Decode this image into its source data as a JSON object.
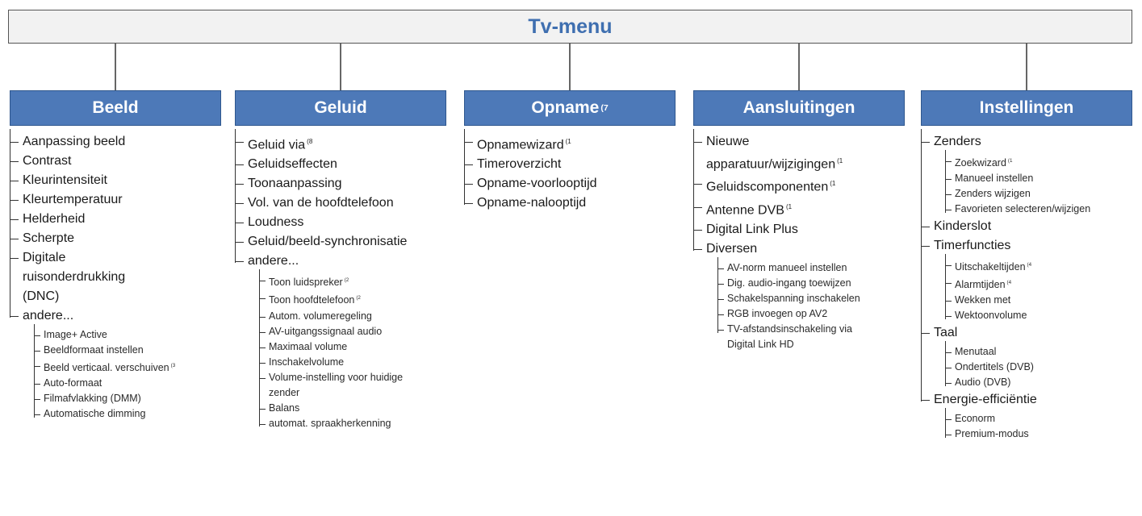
{
  "title": "Tv-menu",
  "columns": [
    {
      "title": "Beeld",
      "sup": "",
      "items": [
        {
          "label": "Aanpassing beeld"
        },
        {
          "label": "Contrast"
        },
        {
          "label": "Kleurintensiteit"
        },
        {
          "label": "Kleurtemperatuur"
        },
        {
          "label": "Helderheid"
        },
        {
          "label": "Scherpte"
        },
        {
          "label": "Digitale ruisonderdrukking (DNC)"
        },
        {
          "label": "andere...",
          "children": [
            {
              "label": "Image+ Active"
            },
            {
              "label": "Beeldformaat instellen"
            },
            {
              "label": "Beeld verticaal. verschuiven",
              "sup": "(3"
            },
            {
              "label": "Auto-formaat"
            },
            {
              "label": "Filmafvlakking (DMM)"
            },
            {
              "label": "Automatische dimming"
            }
          ]
        }
      ]
    },
    {
      "title": "Geluid",
      "sup": "",
      "items": [
        {
          "label": "Geluid via",
          "sup": "(8"
        },
        {
          "label": "Geluidseffecten"
        },
        {
          "label": "Toonaanpassing"
        },
        {
          "label": "Vol. van de hoofdtelefoon"
        },
        {
          "label": "Loudness"
        },
        {
          "label": "Geluid/beeld-synchronisatie"
        },
        {
          "label": "andere...",
          "children": [
            {
              "label": "Toon luidspreker",
              "sup": "(2"
            },
            {
              "label": "Toon hoofdtelefoon",
              "sup": "(2"
            },
            {
              "label": "Autom. volumeregeling"
            },
            {
              "label": "AV-uitgangssignaal audio"
            },
            {
              "label": "Maximaal volume"
            },
            {
              "label": "Inschakelvolume"
            },
            {
              "label": "Volume-instelling voor huidige zender"
            },
            {
              "label": "Balans"
            },
            {
              "label": "automat. spraakherkenning"
            }
          ]
        }
      ]
    },
    {
      "title": "Opname",
      "sup": "(7",
      "items": [
        {
          "label": "Opnamewizard",
          "sup": "(1"
        },
        {
          "label": "Timeroverzicht"
        },
        {
          "label": "Opname-voorlooptijd"
        },
        {
          "label": "Opname-nalooptijd"
        }
      ]
    },
    {
      "title": "Aansluitingen",
      "sup": "",
      "items": [
        {
          "label": "Nieuwe apparatuur/wijzigingen",
          "sup": "(1"
        },
        {
          "label": "Geluidscomponenten",
          "sup": "(1"
        },
        {
          "label": "Antenne DVB",
          "sup": "(1"
        },
        {
          "label": "Digital Link Plus"
        },
        {
          "label": "Diversen",
          "children": [
            {
              "label": "AV-norm manueel instellen"
            },
            {
              "label": "Dig. audio-ingang toewijzen"
            },
            {
              "label": "Schakelspanning inschakelen"
            },
            {
              "label": "RGB invoegen op AV2"
            },
            {
              "label": "TV-afstandsinschakeling via Digital Link HD"
            }
          ]
        }
      ]
    },
    {
      "title": "Instellingen",
      "sup": "",
      "items": [
        {
          "label": "Zenders",
          "children": [
            {
              "label": "Zoekwizard",
              "sup": "(1"
            },
            {
              "label": "Manueel instellen"
            },
            {
              "label": "Zenders wijzigen"
            },
            {
              "label": "Favorieten selecteren/wijzigen"
            }
          ]
        },
        {
          "label": "Kinderslot"
        },
        {
          "label": "Timerfuncties",
          "children": [
            {
              "label": "Uitschakeltijden",
              "sup": "(4"
            },
            {
              "label": "Alarmtijden",
              "sup": "(4"
            },
            {
              "label": "Wekken met"
            },
            {
              "label": "Wektoonvolume"
            }
          ]
        },
        {
          "label": "Taal",
          "children": [
            {
              "label": "Menutaal"
            },
            {
              "label": "Ondertitels (DVB)"
            },
            {
              "label": "Audio (DVB)"
            }
          ]
        },
        {
          "label": "Energie-efficiëntie",
          "children": [
            {
              "label": "Econorm"
            },
            {
              "label": "Premium-modus"
            }
          ]
        }
      ]
    }
  ]
}
